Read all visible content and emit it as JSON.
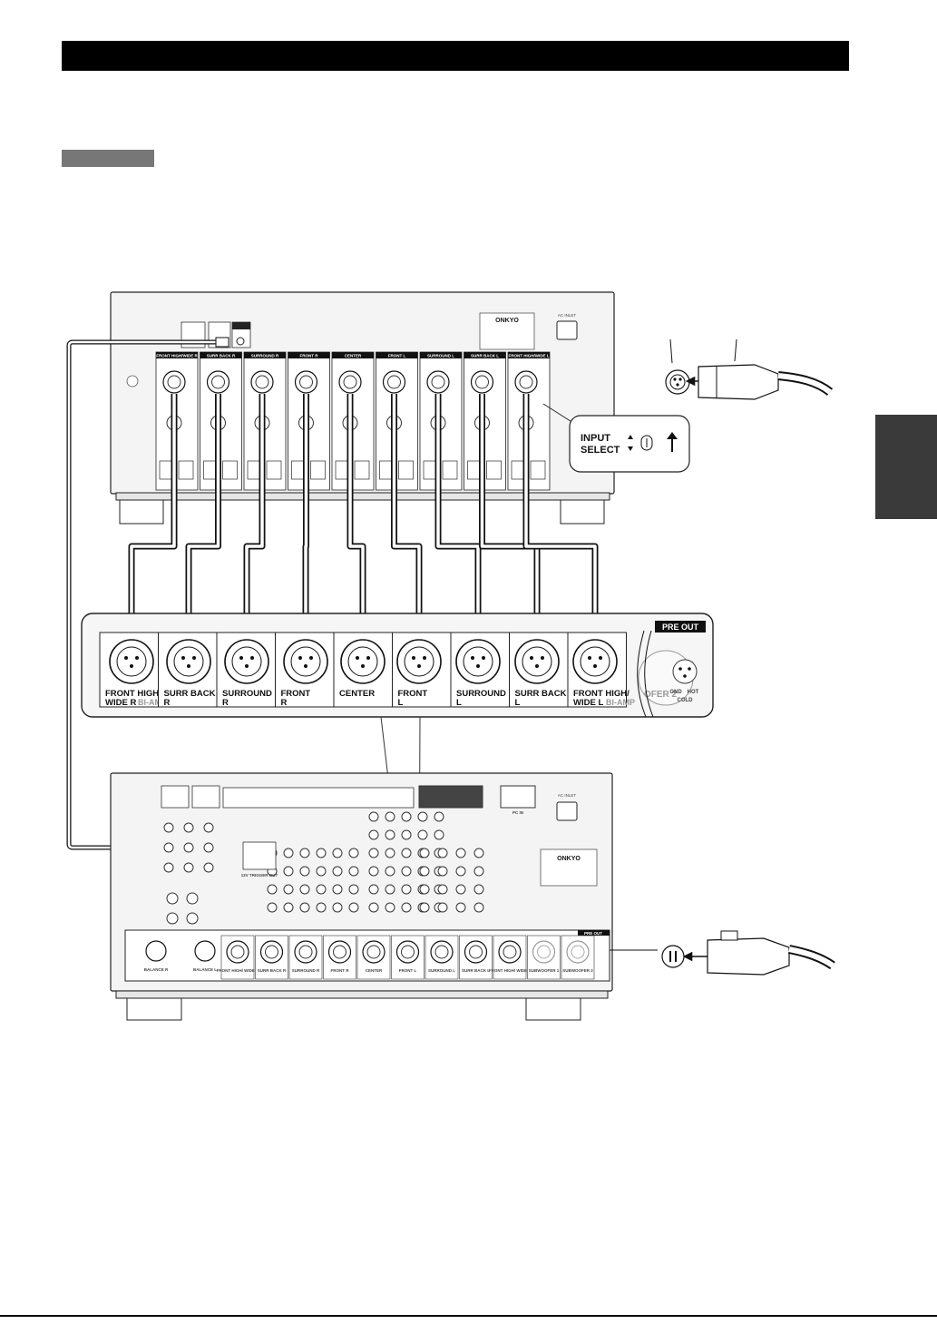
{
  "header": {
    "title": ""
  },
  "colors": {
    "ink": "#111111",
    "panel": "#f2f2f2",
    "cable": "#555555",
    "tab": "#3a3a3a"
  },
  "amplifier": {
    "brand": "ONKYO",
    "ac_inlet": "AC INLET",
    "channels": [
      "FRONT HIGH/WIDE R",
      "SURR BACK R",
      "SURROUND R",
      "FRONT R",
      "CENTER",
      "FRONT L",
      "SURROUND L",
      "SURR BACK L",
      "FRONT HIGH/WIDE L"
    ]
  },
  "input_select": {
    "line1": "INPUT",
    "line2": "SELECT"
  },
  "pre_out_callout": {
    "header": "PRE OUT",
    "channels": [
      {
        "line1": "FRONT HIGH/",
        "line2": "WIDE R",
        "suffix": "BI-AMP"
      },
      {
        "line1": "SURR BACK",
        "line2": "R",
        "suffix": ""
      },
      {
        "line1": "SURROUND",
        "line2": "R",
        "suffix": ""
      },
      {
        "line1": "FRONT",
        "line2": "R",
        "suffix": ""
      },
      {
        "line1": "CENTER",
        "line2": "",
        "suffix": ""
      },
      {
        "line1": "FRONT",
        "line2": "L",
        "suffix": ""
      },
      {
        "line1": "SURROUND",
        "line2": "L",
        "suffix": ""
      },
      {
        "line1": "SURR BACK",
        "line2": "L",
        "suffix": ""
      },
      {
        "line1": "FRONT HIGH/",
        "line2": "WIDE L",
        "suffix": "BI-AMP"
      }
    ],
    "subwoofer_partial": "OFER 2",
    "pin_gnd": "GND",
    "pin_hot": "HOT",
    "pin_cold": "COLD"
  },
  "preamp": {
    "brand": "ONKYO",
    "ac_inlet": "AC INLET",
    "pc_in": "PC IN",
    "pre_out": "PRE OUT",
    "trigger": "12V TRIGGER OUT",
    "rear_channels": [
      "FRONT HIGH/ WIDE R",
      "SURR BACK R",
      "SURROUND R",
      "FRONT R",
      "CENTER",
      "FRONT L",
      "SURROUND L",
      "SURR BACK L",
      "FRONT HIGH/ WIDE L",
      "SUBWOOFER 1",
      "SUBWOOFER 2"
    ],
    "balance_inputs": [
      "BALANCE R",
      "BALANCE L"
    ]
  }
}
